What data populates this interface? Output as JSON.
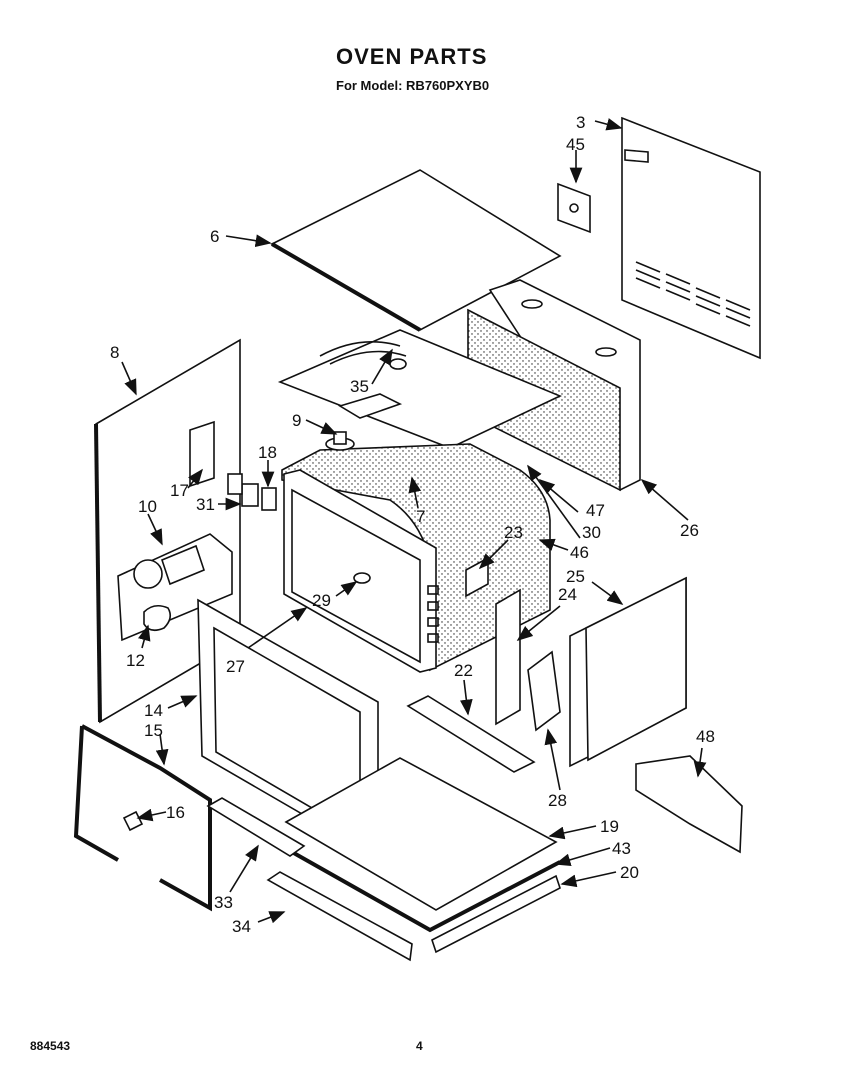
{
  "header": {
    "title": "OVEN PARTS",
    "subtitle": "For Model: RB760PXYB0"
  },
  "footer": {
    "doc_number": "884543",
    "page_number": "4"
  },
  "part_labels": {
    "p3": "3",
    "p45": "45",
    "p6": "6",
    "p8": "8",
    "p35": "35",
    "p9": "9",
    "p17": "17",
    "p18": "18",
    "p31": "31",
    "p10": "10",
    "p7": "7",
    "p47": "47",
    "p30": "30",
    "p26": "26",
    "p23": "23",
    "p46": "46",
    "p25": "25",
    "p24": "24",
    "p29": "29",
    "p27": "27",
    "p12": "12",
    "p22": "22",
    "p14": "14",
    "p15": "15",
    "p48": "48",
    "p28": "28",
    "p16": "16",
    "p19": "19",
    "p43": "43",
    "p20": "20",
    "p33": "33",
    "p34": "34"
  }
}
